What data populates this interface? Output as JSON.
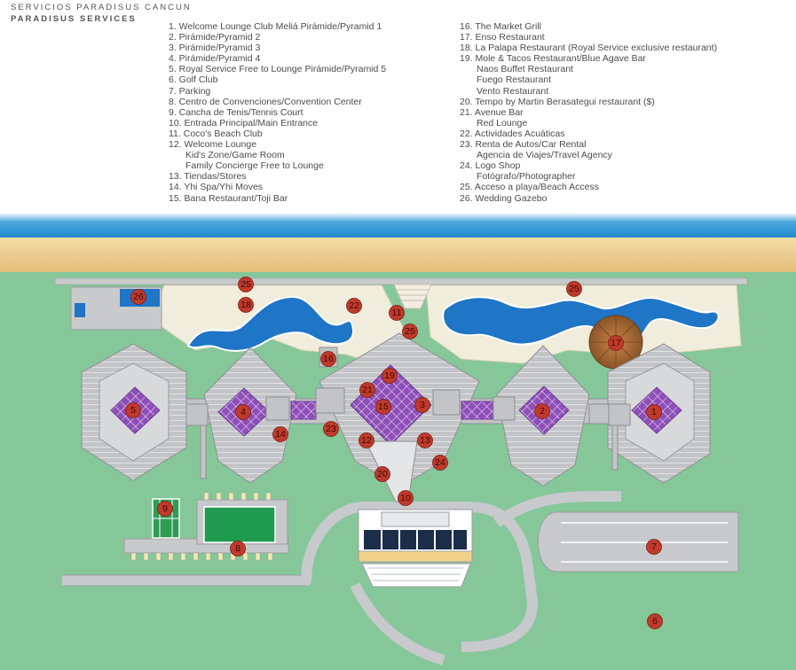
{
  "header": {
    "title_es": "SERVICIOS PARADISUS CANCUN",
    "title_en": "PARADISUS SERVICES"
  },
  "legend": {
    "col1": [
      {
        "text": "1. Welcome Lounge Club Meliá Pirámide/Pyramid 1",
        "sub": false
      },
      {
        "text": "2. Pirámide/Pyramid 2",
        "sub": false
      },
      {
        "text": "3. Pirámide/Pyramid 3",
        "sub": false
      },
      {
        "text": "4. Pirámide/Pyramid 4",
        "sub": false
      },
      {
        "text": "5. Royal Service Free to Lounge Pirámide/Pyramid 5",
        "sub": false
      },
      {
        "text": "6. Golf Club",
        "sub": false
      },
      {
        "text": "7. Parking",
        "sub": false
      },
      {
        "text": "8. Centro de Convenciones/Convention Center",
        "sub": false
      },
      {
        "text": "9. Cancha de Tenis/Tennis Court",
        "sub": false
      },
      {
        "text": "10. Entrada Principal/Main Entrance",
        "sub": false
      },
      {
        "text": "11. Coco's Beach Club",
        "sub": false
      },
      {
        "text": "12. Welcome Lounge",
        "sub": false
      },
      {
        "text": "Kid's Zone/Game Room",
        "sub": true
      },
      {
        "text": "Family Concierge Free to Lounge",
        "sub": true
      },
      {
        "text": "13. Tiendas/Stores",
        "sub": false
      },
      {
        "text": "14. Yhi Spa/Yhi Moves",
        "sub": false
      },
      {
        "text": "15. Bana Restaurant/Toji Bar",
        "sub": false
      }
    ],
    "col2": [
      {
        "text": "16. The Market Grill",
        "sub": false
      },
      {
        "text": "17. Enso Restaurant",
        "sub": false
      },
      {
        "text": "18. La Palapa Restaurant (Royal Service exclusive restaurant)",
        "sub": false
      },
      {
        "text": "19. Mole & Tacos Restaurant/Blue Agave Bar",
        "sub": false
      },
      {
        "text": "Naos Buffet Restaurant",
        "sub": true
      },
      {
        "text": "Fuego Restaurant",
        "sub": true
      },
      {
        "text": "Vento Restaurant",
        "sub": true
      },
      {
        "text": "20. Tempo by Martin Berasategui restaurant ($)",
        "sub": false
      },
      {
        "text": "21. Avenue Bar",
        "sub": false
      },
      {
        "text": "Red Lounge",
        "sub": true
      },
      {
        "text": "22. Actividades Acuáticas",
        "sub": false
      },
      {
        "text": "23. Renta de Autos/Car Rental",
        "sub": false
      },
      {
        "text": "Agencia de Viajes/Travel Agency",
        "sub": true
      },
      {
        "text": "24. Logo Shop",
        "sub": false
      },
      {
        "text": "Fotógrafo/Photographer",
        "sub": true
      },
      {
        "text": "25. Acceso a playa/Beach Access",
        "sub": false
      },
      {
        "text": "26. Wedding Gazebo",
        "sub": false
      }
    ]
  },
  "map": {
    "markers": [
      "1",
      "2",
      "3",
      "4",
      "5",
      "6",
      "7",
      "8",
      "9",
      "10",
      "11",
      "12",
      "13",
      "14",
      "15",
      "16",
      "17",
      "18",
      "19",
      "20",
      "21",
      "22",
      "23",
      "24",
      "25",
      "25",
      "26"
    ],
    "colors": {
      "sea": "#1f8fd0",
      "sand": "#e9c98b",
      "lawn": "#86c79a",
      "road": "#c7c9cc",
      "building": "#c3c5c8",
      "pool": "#1f75c6",
      "pyramid": "#9b5fc0",
      "marker": "#c0392b"
    }
  }
}
